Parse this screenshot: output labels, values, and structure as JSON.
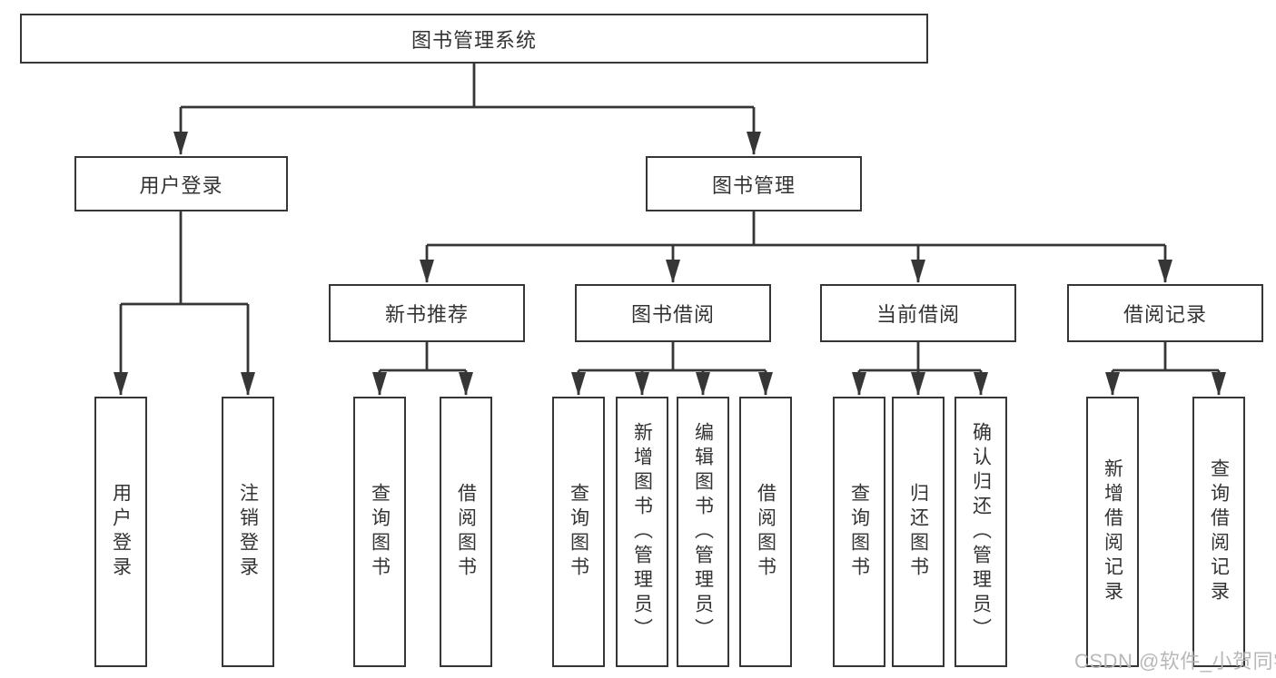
{
  "tree": {
    "root": {
      "label": "图书管理系统",
      "children": [
        {
          "label": "用户登录",
          "children": [
            {
              "label": "用户登录"
            },
            {
              "label": "注销登录"
            }
          ]
        },
        {
          "label": "图书管理",
          "children": [
            {
              "label": "新书推荐",
              "children": [
                {
                  "label": "查询图书"
                },
                {
                  "label": "借阅图书"
                }
              ]
            },
            {
              "label": "图书借阅",
              "children": [
                {
                  "label": "查询图书"
                },
                {
                  "label": "新增图书（管理员）"
                },
                {
                  "label": "编辑图书（管理员）"
                },
                {
                  "label": "借阅图书"
                }
              ]
            },
            {
              "label": "当前借阅",
              "children": [
                {
                  "label": "查询图书"
                },
                {
                  "label": "归还图书"
                },
                {
                  "label": "确认归还（管理员）"
                }
              ]
            },
            {
              "label": "借阅记录",
              "children": [
                {
                  "label": "新增借阅记录"
                },
                {
                  "label": "查询借阅记录"
                }
              ]
            }
          ]
        }
      ]
    }
  },
  "watermark": {
    "text": "CSDN @软件_小贺同学"
  },
  "colors": {
    "line": "#363636",
    "text": "#333333",
    "background": "#ffffff",
    "watermark": "#b5b5b5"
  }
}
